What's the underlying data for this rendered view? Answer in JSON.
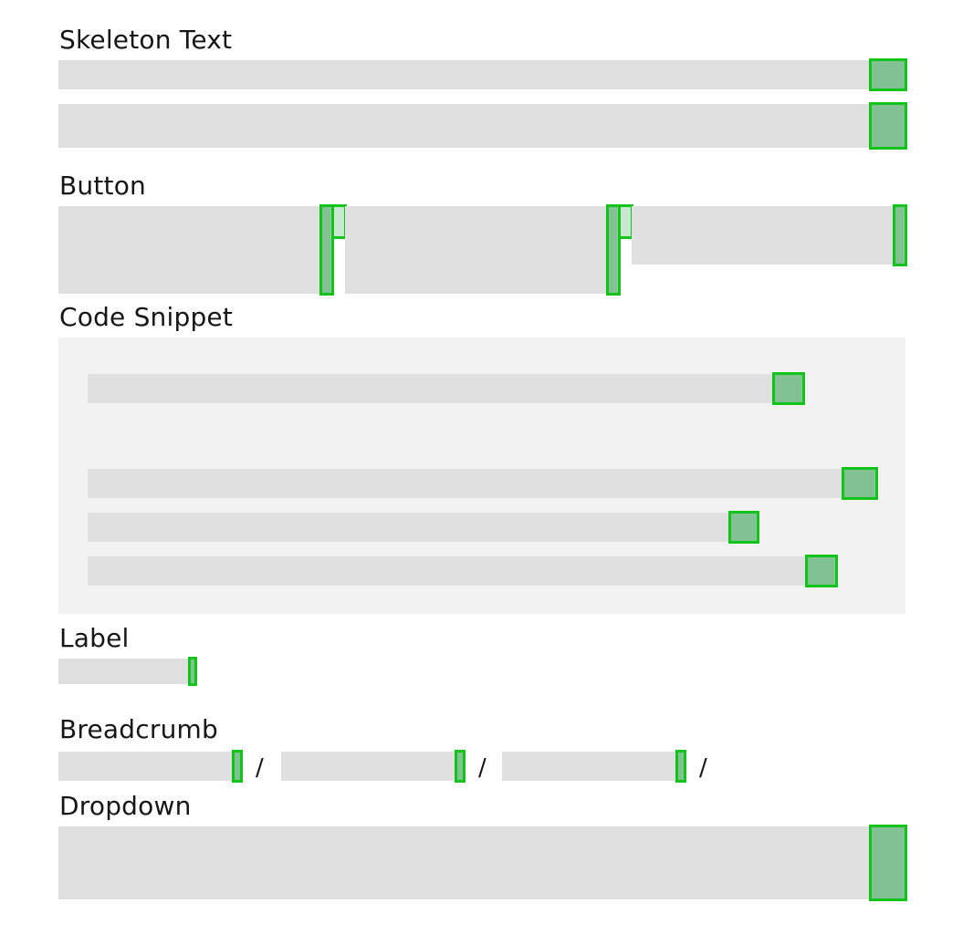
{
  "sections": {
    "skeleton_text": {
      "title": "Skeleton Text"
    },
    "button": {
      "title": "Button"
    },
    "code_snippet": {
      "title": "Code Snippet"
    },
    "label": {
      "title": "Label"
    },
    "breadcrumb": {
      "title": "Breadcrumb",
      "separator": "/"
    },
    "dropdown": {
      "title": "Dropdown"
    }
  },
  "colors": {
    "skeleton": "#e0e0e0",
    "code_background": "#f2f2f2",
    "shimmer_fill": "#24a148",
    "shimmer_border": "#12c31a"
  }
}
